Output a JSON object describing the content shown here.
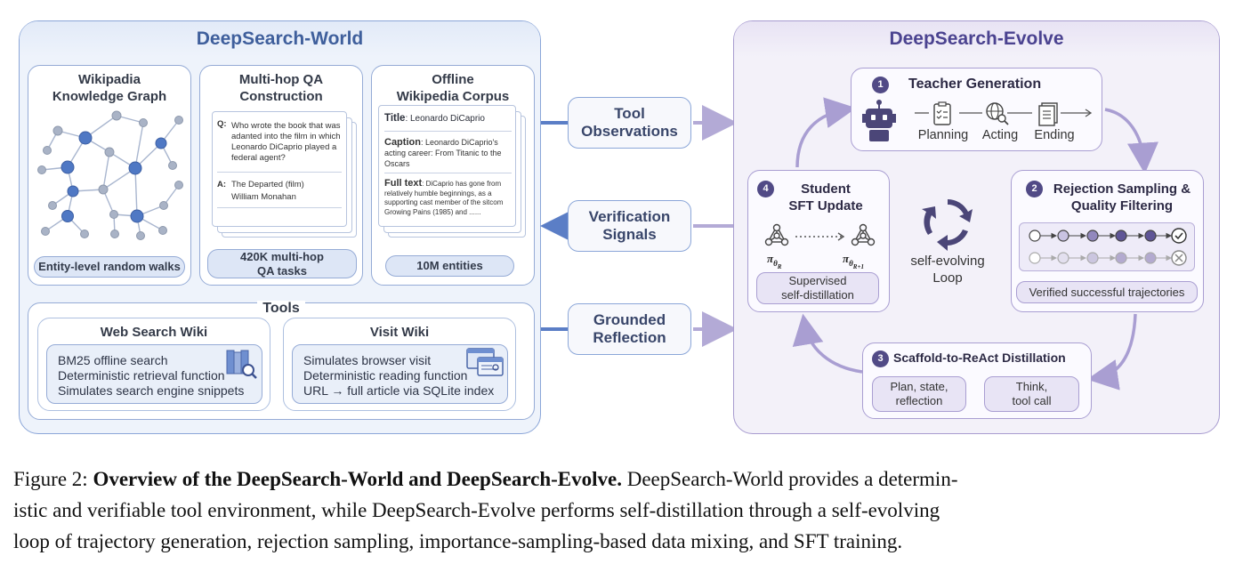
{
  "world": {
    "title": "DeepSearch-World",
    "kg": {
      "title_line1": "Wikipadia",
      "title_line2": "Knowledge Graph",
      "pill": "Entity-level random walks"
    },
    "qa": {
      "title_line1": "Multi-hop QA",
      "title_line2": "Construction",
      "q_label": "Q:",
      "q_text": "Who wrote the book that was adanted into the film in which Leonardo DiCaprio played a federal agent?",
      "a_label": "A:",
      "a_line1": "The Departed (film)",
      "a_line2": "William Monahan",
      "pill_line1": "420K multi-hop",
      "pill_line2": "QA tasks"
    },
    "corpus": {
      "title_line1": "Offline",
      "title_line2": "Wikipedia Corpus",
      "title_label": "Title",
      "title_value": ": Leonardo DiCaprio",
      "caption_label": "Caption",
      "caption_value": ": Leonardo DiCaprio's acting career: From Titanic to the Oscars",
      "fulltext_label": "Full text",
      "fulltext_value": ": DiCaprio has gone from relatively humble beginnings, as a supporting cast member of the sitcom Growing Pains (1985) and ......",
      "pill": "10M entities"
    },
    "tools": {
      "title": "Tools",
      "search": {
        "title": "Web Search Wiki",
        "lines": [
          "BM25 offline search",
          "Deterministic retrieval function",
          "Simulates search engine snippets"
        ]
      },
      "visit": {
        "title": "Visit Wiki",
        "lines": [
          "Simulates browser visit",
          "Deterministic reading function",
          "URL → full article via SQLite index"
        ]
      }
    }
  },
  "signals": {
    "tool_observations": [
      "Tool",
      "Observations"
    ],
    "verification_signals": [
      "Verification",
      "Signals"
    ],
    "grounded_reflection": [
      "Grounded",
      "Reflection"
    ]
  },
  "evolve": {
    "title": "DeepSearch-Evolve",
    "teacher": {
      "num": "1",
      "title": "Teacher Generation",
      "steps": [
        "Planning",
        "Acting",
        "Ending"
      ]
    },
    "rejection": {
      "num": "2",
      "title_line1": "Rejection Sampling &",
      "title_line2": "Quality Filtering",
      "pill": "Verified successful trajectories"
    },
    "scaffold": {
      "num": "3",
      "title": "Scaffold-to-ReAct Distillation",
      "left_pill": [
        "Plan,  state,",
        "reflection"
      ],
      "right_pill": [
        "Think,",
        "tool call"
      ]
    },
    "student": {
      "num": "4",
      "title_line1": "Student",
      "title_line2": "SFT Update",
      "pi_left": "π",
      "pi_left_sub": "θ",
      "pi_left_subsub": "R",
      "pi_right": "π",
      "pi_right_sub": "θ",
      "pi_right_subsub": "R+1",
      "pill": [
        "Supervised",
        "self-distillation"
      ]
    },
    "loop_label": [
      "self-evolving",
      "Loop"
    ]
  },
  "caption": {
    "prefix": "Figure 2: ",
    "bold": "Overview of the DeepSearch-World and DeepSearch-Evolve.",
    "line1_rest": " DeepSearch-World provides a determin-",
    "line2": "istic and verifiable tool environment, while DeepSearch-Evolve performs self-distillation through a self-evolving",
    "line3": "loop of trajectory generation, rejection sampling, importance-sampling-based data mixing, and SFT training."
  },
  "colors": {
    "world_border": "#8ba6d8",
    "evolve_border": "#a89cd0",
    "node_dark": "#4f78c4",
    "node_light": "#a9b3c6",
    "number_badge": "#514a86"
  },
  "icons": [
    "robot-icon",
    "checklist-icon",
    "globe-icon",
    "document-icon",
    "search-database-icon",
    "browser-window-icon",
    "recycle-loop-icon",
    "network-policy-icon",
    "check-circle-icon",
    "cross-circle-icon"
  ]
}
